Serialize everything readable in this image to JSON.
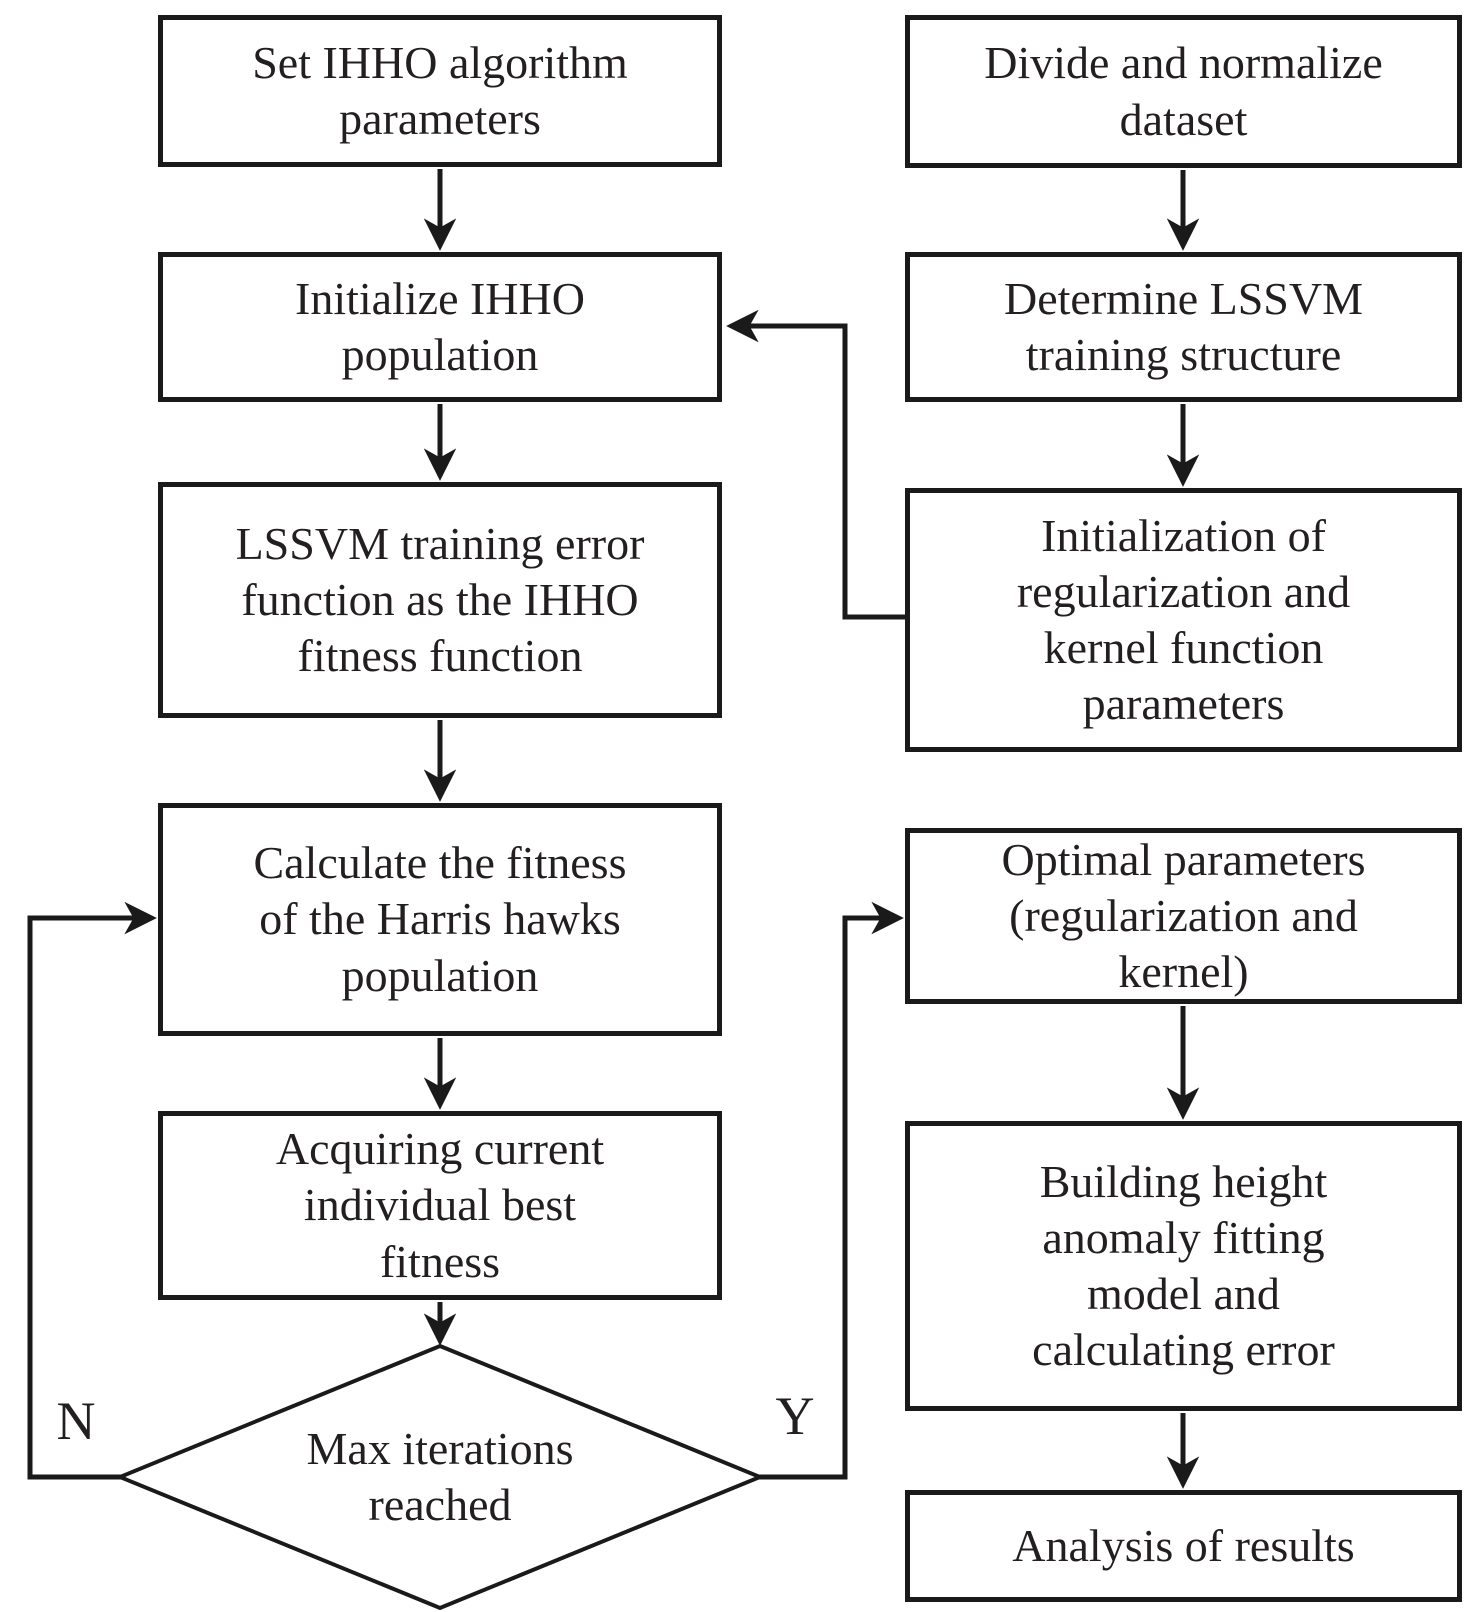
{
  "figure": {
    "type": "flowchart",
    "colors": {
      "background": "#ffffff",
      "line": "#1a1a1a",
      "text": "#231f20",
      "node_fill": "#ffffff"
    },
    "nodes": {
      "set_params": {
        "label": "Set IHHO algorithm\nparameters"
      },
      "init_pop": {
        "label": "Initialize IHHO\npopulation"
      },
      "lssvm_fitness": {
        "label": "LSSVM training error\nfunction as the IHHO\nfitness function"
      },
      "calc_fitness": {
        "label": "Calculate the fitness\nof the Harris hawks\npopulation"
      },
      "acquire_best": {
        "label": "Acquiring current\nindividual best\nfitness"
      },
      "max_iter": {
        "label": "Max iterations\nreached"
      },
      "divide": {
        "label": "Divide and normalize\ndataset"
      },
      "determine": {
        "label": "Determine LSSVM\ntraining structure"
      },
      "init_params": {
        "label": "Initialization of\nregularization and\nkernel function\nparameters"
      },
      "optimal": {
        "label": "Optimal parameters\n(regularization and\nkernel)"
      },
      "building": {
        "label": "Building height\nanomaly fitting\nmodel and\ncalculating error"
      },
      "analysis": {
        "label": "Analysis of results"
      }
    },
    "branch_labels": {
      "no": "N",
      "yes": "Y"
    }
  }
}
